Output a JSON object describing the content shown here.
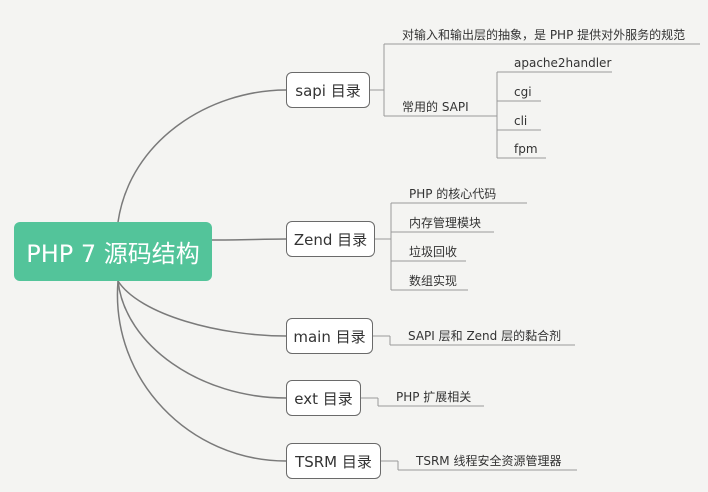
{
  "root": {
    "label": "PHP 7 源码结构"
  },
  "branches": [
    {
      "label": "sapi 目录",
      "children": [
        {
          "label": "对输入和输出层的抽象，是 PHP 提供对外服务的规范"
        },
        {
          "label": "常用的 SAPI",
          "children": [
            "apache2handler",
            "cgi",
            "cli",
            "fpm"
          ]
        }
      ]
    },
    {
      "label": "Zend 目录",
      "children": [
        {
          "label": "PHP 的核心代码"
        },
        {
          "label": "内存管理模块"
        },
        {
          "label": "垃圾回收"
        },
        {
          "label": "数组实现"
        }
      ]
    },
    {
      "label": "main 目录",
      "children": [
        {
          "label": "SAPI 层和 Zend 层的黏合剂"
        }
      ]
    },
    {
      "label": "ext 目录",
      "children": [
        {
          "label": "PHP 扩展相关"
        }
      ]
    },
    {
      "label": "TSRM 目录",
      "children": [
        {
          "label": "TSRM 线程安全资源管理器"
        }
      ]
    }
  ]
}
